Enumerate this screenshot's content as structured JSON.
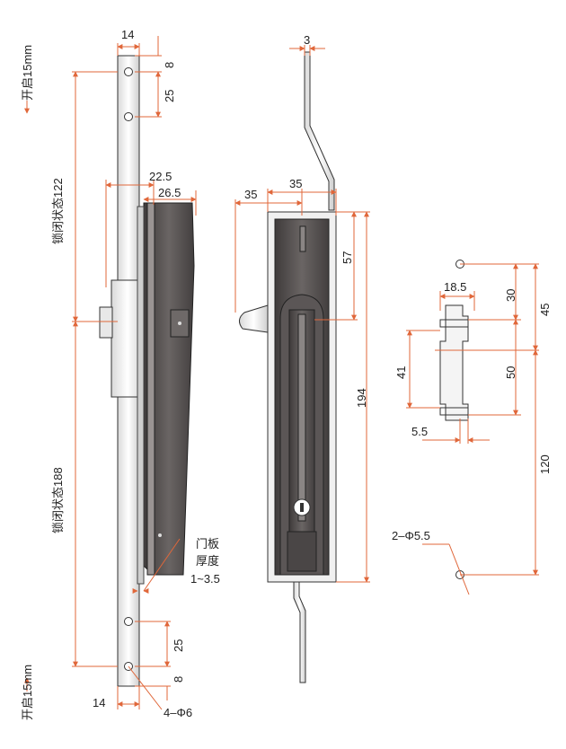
{
  "colors": {
    "line": "#333333",
    "dim": "#e0673a",
    "body_dark": "#5b5656",
    "body_mid": "#8a8584",
    "metal_light": "#f2f2f2",
    "text": "#222222"
  },
  "labels": {
    "open_top": "开启15mm",
    "open_bottom": "开启15mm",
    "lock_state_122": "锁闭状态122",
    "lock_state_188": "锁闭状态188",
    "door_panel": "门板",
    "thickness": "厚度",
    "thickness_range": "1~3.5",
    "holes_4": "4–Φ6",
    "holes_2": "2–Φ5.5"
  },
  "dims": {
    "d14_top": "14",
    "d8_top": "8",
    "d25_top": "25",
    "d22_5": "22.5",
    "d26_5": "26.5",
    "d25_bottom": "25",
    "d8_bottom": "8",
    "d14_bottom": "14",
    "d3": "3",
    "d35_left": "35",
    "d35_right": "35",
    "d57": "57",
    "d194": "194",
    "d18_5": "18.5",
    "d30": "30",
    "d45": "45",
    "d41": "41",
    "d50": "50",
    "d5_5": "5.5",
    "d120": "120"
  }
}
